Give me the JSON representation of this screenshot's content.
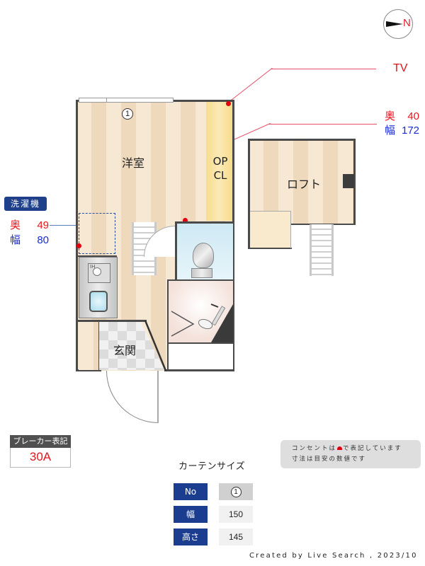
{
  "compass": {
    "north_label": "N",
    "icon": "compass-north-icon"
  },
  "callouts": {
    "tv": {
      "label": "TV"
    },
    "closet_dimensions": {
      "depth_label": "奥",
      "depth_value": "40",
      "width_label": "幅",
      "width_value": "172"
    },
    "washing_machine": {
      "title": "洗濯機",
      "depth_label": "奥",
      "depth_value": "49",
      "width_label": "幅",
      "width_value": "80"
    }
  },
  "rooms": {
    "western_room": "洋室",
    "closet_line1": "OP",
    "closet_line2": "CL",
    "loft": "ロフト",
    "entrance": "玄関",
    "curtain_marker": "1",
    "ih_label": "IH"
  },
  "breaker": {
    "header": "ブレーカー表記",
    "value": "30A"
  },
  "note": {
    "line1_before": "コンセントは",
    "line1_after": "で表記しています",
    "line2": "寸法は目安の数値です"
  },
  "curtain_table": {
    "title": "カーテンサイズ",
    "rows": [
      {
        "label": "No",
        "value": "1"
      },
      {
        "label": "幅",
        "value": "150"
      },
      {
        "label": "高さ",
        "value": "145"
      }
    ]
  },
  "colors": {
    "outlet_red": "#e00010",
    "label_red": "#e8141c",
    "label_blue": "#1a2cd4",
    "badge_navy": "#1b3d8f"
  },
  "credit": "Created by Live Search , 2023/10"
}
